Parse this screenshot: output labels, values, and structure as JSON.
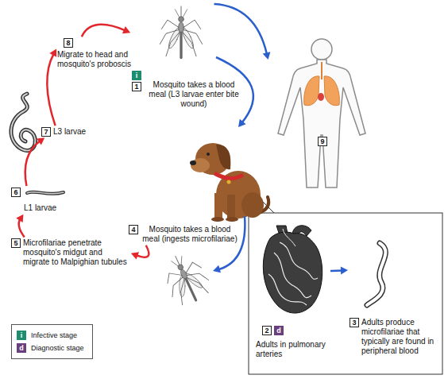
{
  "diagram": {
    "nodes": [
      {
        "text": [
          "8",
          "Migrate to head and mosquito's proboscis"
        ]
      },
      {
        "text": [
          "i",
          "1",
          "Mosquito takes a blood meal (L3 larvae enter bite wound)"
        ]
      },
      {
        "text": [
          "9"
        ]
      },
      {
        "text": [
          "7",
          "L3 larvae"
        ]
      },
      {
        "text": [
          "6",
          "L1 larvae"
        ]
      },
      {
        "text": [
          "4",
          "Mosquito takes a blood meal (ingests microfilariae)"
        ]
      },
      {
        "text": [
          "5",
          "Microfilariae penetrate mosquito's midgut and migrate to Malpighian tubules"
        ]
      },
      {
        "text": [
          "2",
          "d",
          "Adults in pulmonary arteries"
        ]
      },
      {
        "text": [
          "3",
          "Adults produce microfilariae that typically are found in peripheral blood"
        ]
      }
    ],
    "edges": [
      {
        "from": 5,
        "to": 6,
        "arrow": "to"
      },
      {
        "from": 6,
        "to": 4,
        "arrow": "to"
      },
      {
        "from": 4,
        "to": 3,
        "arrow": "to"
      },
      {
        "from": 3,
        "to": 0,
        "arrow": "to"
      },
      {
        "from": 0,
        "to": 1,
        "arrow": "to"
      },
      {
        "from": 1,
        "to": 2,
        "arrow": "to"
      },
      {
        "from": 7,
        "to": 8,
        "arrow": "to"
      }
    ],
    "labels": [
      "i",
      "d"
    ],
    "legend": [
      {
        "text": "Infective stage",
        "color": "#1e8c6e"
      },
      {
        "text": "Diagnostic stage",
        "color": "#6b3f7d"
      }
    ]
  }
}
